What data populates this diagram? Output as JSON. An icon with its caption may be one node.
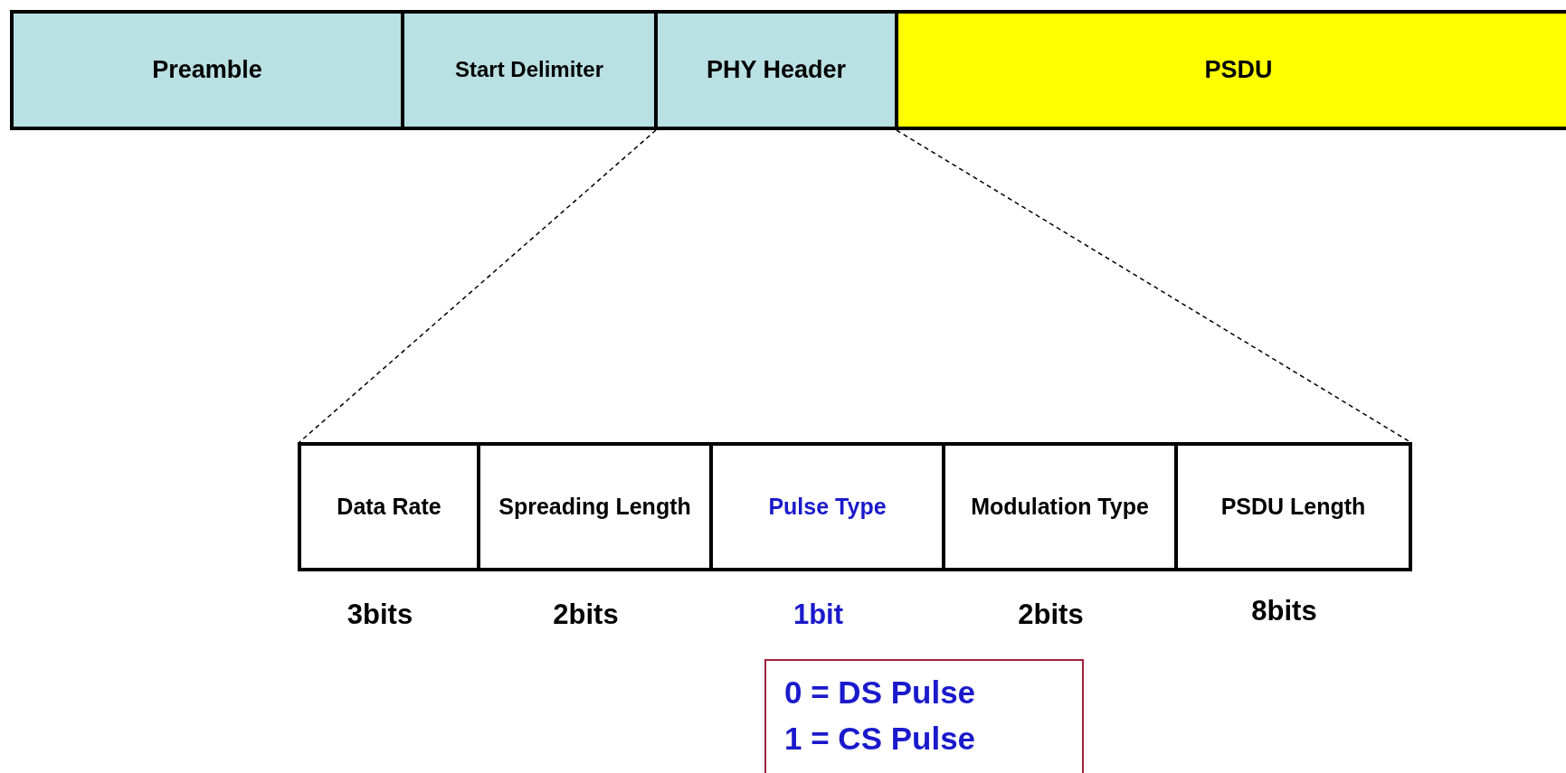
{
  "diagram": {
    "nodes": [
      {
        "text": [
          "Preamble"
        ]
      },
      {
        "text": [
          "Start Delimiter"
        ]
      },
      {
        "text": [
          "PHY Header"
        ]
      },
      {
        "text": [
          "PSDU"
        ]
      },
      {
        "text": [
          "Data Rate"
        ],
        "beside": [
          "3bits"
        ]
      },
      {
        "text": [
          "Spreading Length"
        ],
        "beside": [
          "2bits"
        ]
      },
      {
        "text": [
          "Pulse Type"
        ],
        "beside": [
          "1bit"
        ]
      },
      {
        "text": [
          "Modulation Type"
        ],
        "beside": [
          "2bits"
        ]
      },
      {
        "text": [
          "PSDU Length"
        ],
        "beside": [
          "8bits"
        ]
      },
      {
        "text": [
          "0 = DS Pulse",
          "1 = CS Pulse"
        ]
      }
    ],
    "edges": [
      {
        "from": 2,
        "to": 4,
        "arrow": "none",
        "style": "dashed"
      },
      {
        "from": 2,
        "to": 8,
        "arrow": "none",
        "style": "dashed"
      }
    ]
  }
}
